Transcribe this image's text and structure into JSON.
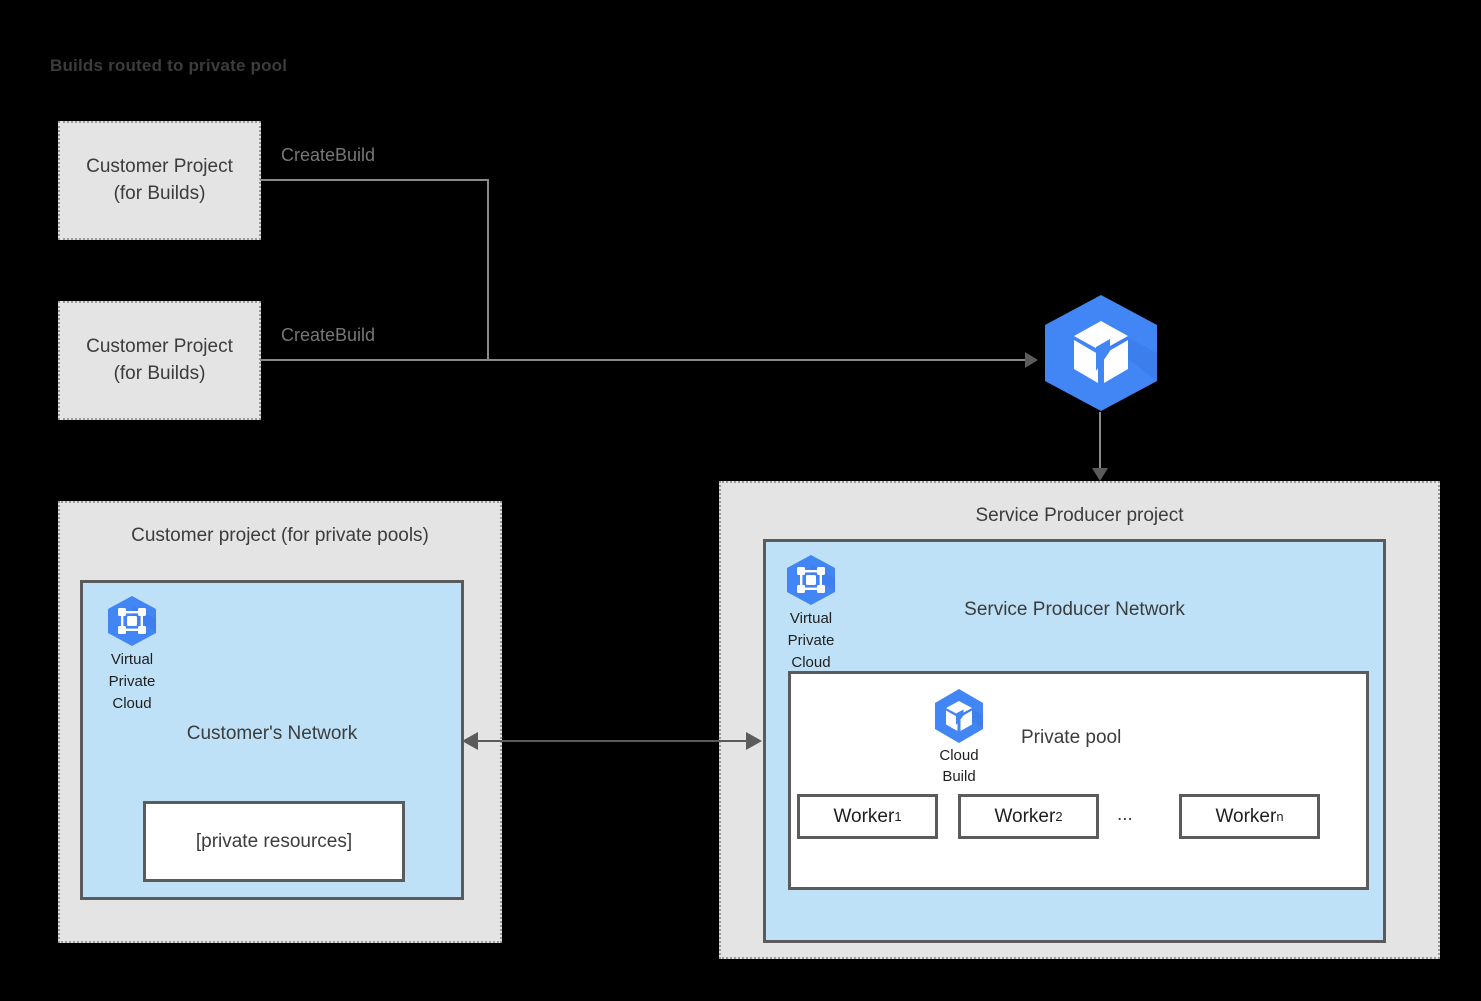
{
  "diagram": {
    "title": "Builds routed to private pool",
    "colors": {
      "panel_fill": "#e4e4e4",
      "network_fill": "#bfe1f7",
      "border_gray": "#5b5b5b",
      "dotted_border": "#9a9a9a",
      "gcp_blue": "#4285f4",
      "gcp_blue_dark": "#3367d6",
      "text_dark": "#3c3c3c",
      "label_gray": "#777777",
      "background": "#000000"
    }
  },
  "build_projects": [
    {
      "line1": "Customer Project",
      "line2": "(for Builds)",
      "edge_label": "CreateBuild"
    },
    {
      "line1": "Customer Project",
      "line2": "(for Builds)",
      "edge_label": "CreateBuild"
    }
  ],
  "cloud_build_service": {
    "icon": "cloud-build-icon"
  },
  "customer_private_pools_project": {
    "title": "Customer project (for private pools)",
    "vpc": {
      "icon": "virtual-private-cloud-icon",
      "caption_line1": "Virtual",
      "caption_line2": "Private",
      "caption_line3": "Cloud"
    },
    "network_title": "Customer's Network",
    "private_resources_label": "[private resources]"
  },
  "service_producer_project": {
    "title": "Service Producer project",
    "vpc": {
      "icon": "virtual-private-cloud-icon",
      "caption_line1": "Virtual",
      "caption_line2": "Private",
      "caption_line3": "Cloud"
    },
    "network_title": "Service Producer Network",
    "private_pool": {
      "title": "Private pool",
      "cloud_build": {
        "icon": "cloud-build-icon",
        "caption_line1": "Cloud",
        "caption_line2": "Build"
      },
      "workers": [
        {
          "name": "Worker",
          "sub": "1"
        },
        {
          "name": "Worker",
          "sub": "2"
        },
        {
          "name": "Worker",
          "sub": "n"
        }
      ],
      "ellipsis": "..."
    }
  }
}
